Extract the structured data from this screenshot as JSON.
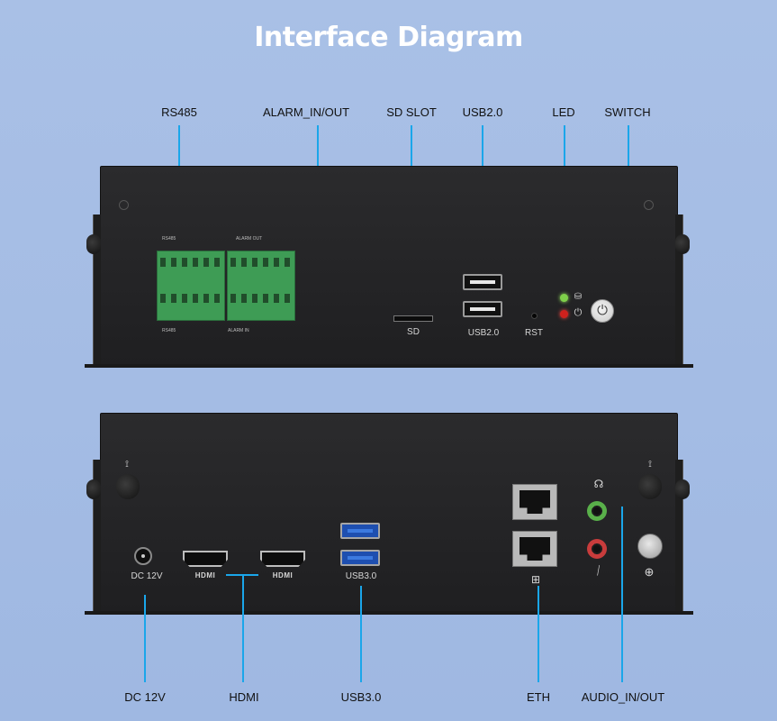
{
  "title": "Interface Diagram",
  "top_callouts": {
    "rs485": "RS485",
    "alarm": "ALARM_IN/OUT",
    "sd_slot": "SD SLOT",
    "usb20": "USB2.0",
    "led": "LED",
    "switch": "SWITCH"
  },
  "bottom_callouts": {
    "dc12v": "DC 12V",
    "hdmi": "HDMI",
    "usb30": "USB3.0",
    "eth": "ETH",
    "audio": "AUDIO_IN/OUT"
  },
  "front_panel": {
    "sd_label": "SD",
    "usb_label": "USB2.0",
    "rst_label": "RST",
    "rs485_silk": "RS485",
    "alarm_out_silk": "ALARM OUT",
    "alarm_in_silk": "ALARM IN",
    "rs485_bottom_silk": "RS485"
  },
  "rear_panel": {
    "dc_label": "DC 12V",
    "hdmi1_label": "HDMI",
    "hdmi2_label": "HDMI",
    "usb3_label": "USB3.0"
  },
  "colors": {
    "background": "#a6bee4",
    "callout_line": "#1aa6ea",
    "device_body": "#232325",
    "terminal_green": "#3e9c55",
    "led_green": "#7fd14a",
    "led_red": "#d0211d",
    "usb3_blue": "#1e4fb0"
  },
  "icons": [
    "power-icon",
    "hdd-icon",
    "antenna-icon",
    "headphone-icon",
    "microphone-icon",
    "network-icon",
    "ground-icon"
  ]
}
